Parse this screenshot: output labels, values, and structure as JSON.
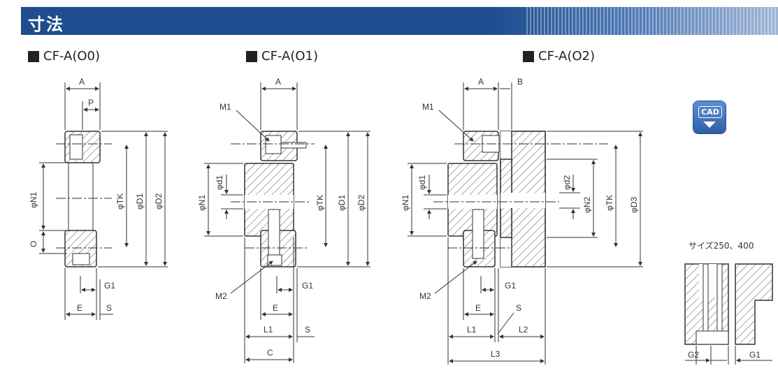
{
  "header": {
    "title": "寸法"
  },
  "models": [
    {
      "name": "CF-A(O0)"
    },
    {
      "name": "CF-A(O1)"
    },
    {
      "name": "CF-A(O2)"
    }
  ],
  "cad_badge": {
    "label": "CAD",
    "icon": "cad-download-icon"
  },
  "detail": {
    "note": "サイズ250、400"
  },
  "labels": {
    "A": "A",
    "B": "B",
    "P": "P",
    "C": "C",
    "E": "E",
    "S": "S",
    "O": "O",
    "G1": "G1",
    "G2": "G2",
    "L1": "L1",
    "L2": "L2",
    "L3": "L3",
    "M1": "M1",
    "M2": "M2",
    "N1": "φN1",
    "N2": "φN2",
    "TK": "φTK",
    "D1": "φD1",
    "D2": "φD2",
    "D3": "φD3",
    "d1": "φd1",
    "d2": "φd2"
  },
  "colors": {
    "banner": "#1d4d8f",
    "line": "#333333",
    "dim": "#444444"
  }
}
